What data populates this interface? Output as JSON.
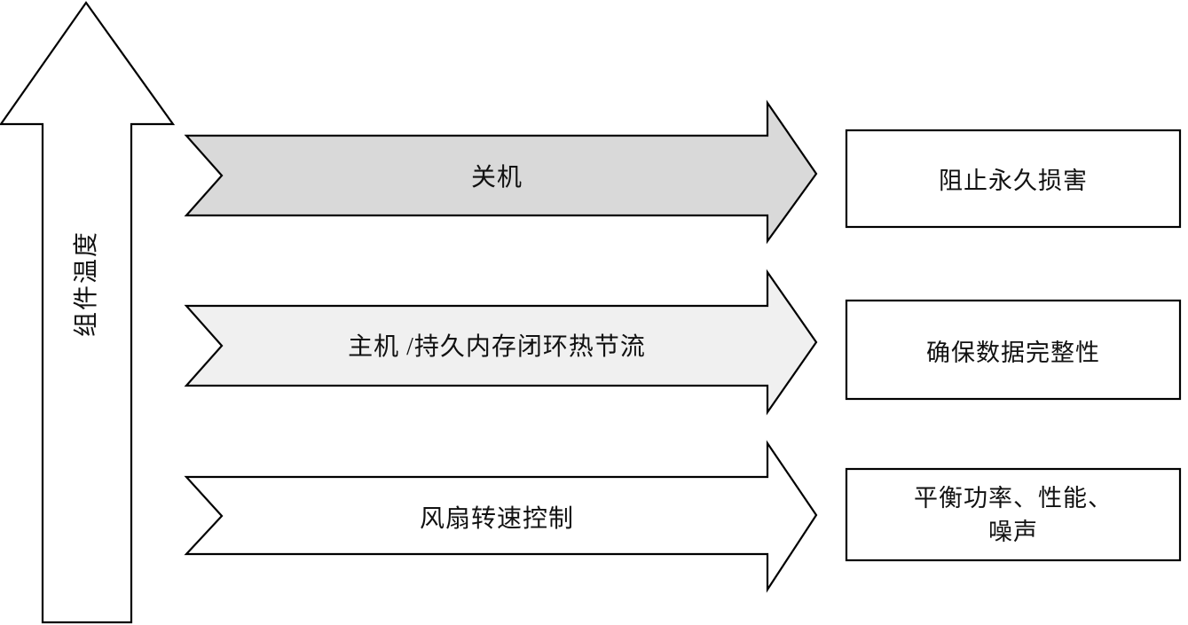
{
  "diagram": {
    "type": "process-escalation-diagram",
    "title_text_present": false,
    "axis": {
      "name": "component-temperature-axis",
      "label": "组件温度",
      "direction": "upward",
      "icon": "up-arrow-icon",
      "orientation": "vertical",
      "text_rotation_deg": -90
    },
    "flows": [
      {
        "id": "flow-shutdown",
        "label": "关机",
        "fill": "#D9D9D9",
        "stroke": "#000000",
        "tier": "high",
        "outcome": {
          "id": "outcome-prevent-permanent-damage",
          "lines": [
            "阻止永久损害"
          ],
          "fill": "#FFFFFF",
          "stroke": "#000000"
        }
      },
      {
        "id": "flow-thermal-throttling",
        "label": "主机 /持久内存闭环热节流",
        "fill": "#F0F0F0",
        "stroke": "#000000",
        "tier": "medium",
        "outcome": {
          "id": "outcome-ensure-data-integrity",
          "lines": [
            "确保数据完整性"
          ],
          "fill": "#FFFFFF",
          "stroke": "#000000"
        }
      },
      {
        "id": "flow-fan-speed-control",
        "label": "风扇转速控制",
        "fill": "#FFFFFF",
        "stroke": "#000000",
        "tier": "low",
        "outcome": {
          "id": "outcome-balance-power-performance-noise",
          "lines": [
            "平衡功率、性能、",
            "噪声"
          ],
          "fill": "#FFFFFF",
          "stroke": "#000000"
        }
      }
    ],
    "colors": {
      "stroke": "#000000",
      "background": "#FFFFFF",
      "fill_dark_gray": "#D9D9D9",
      "fill_light_gray": "#F0F0F0",
      "fill_white": "#FFFFFF"
    }
  }
}
